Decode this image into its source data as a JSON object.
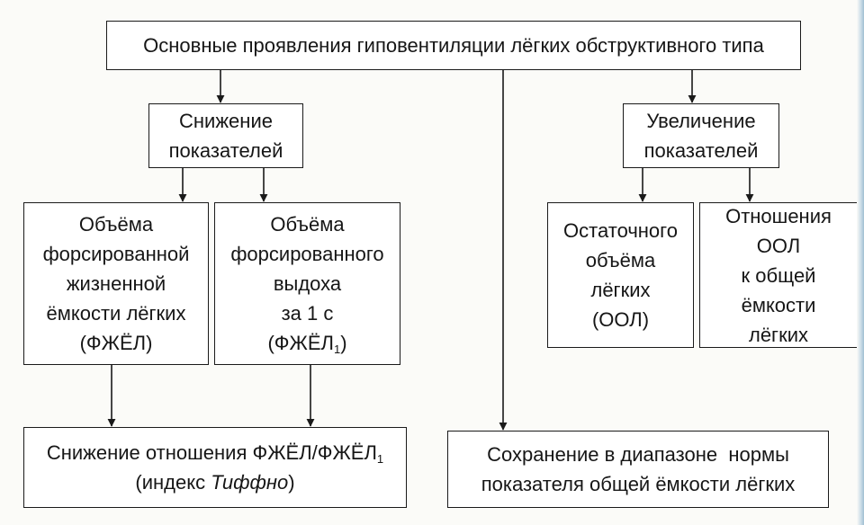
{
  "boxes": {
    "main": "Основные проявления гиповентиляции лёгких обструктивного типа",
    "decrease": [
      "Снижение",
      "показателей"
    ],
    "increase": [
      "Увеличение",
      "показателей"
    ],
    "fvc": [
      "Объёма",
      "форсированной",
      "жизненной",
      "ёмкости лёгких",
      "(ФЖЁЛ)"
    ],
    "fev1": {
      "lines": [
        "Объёма",
        "форсированного",
        "выдоха",
        "за 1 с"
      ],
      "last_main": "(ФЖЁЛ",
      "last_sub": "1",
      "last_close": ")"
    },
    "rv": [
      "Остаточного",
      "объёма",
      "лёгких",
      "(ООЛ)"
    ],
    "rv_tlc": [
      "Отношения",
      "ООЛ",
      "к общей ёмкости",
      "лёгких"
    ],
    "tiffeneau": {
      "line1_main": "Снижение отношения ФЖЁЛ/ФЖЁЛ",
      "line1_sub": "1",
      "line2_pre": "(индекс ",
      "line2_italic": "Тиффно",
      "line2_post": ")"
    },
    "tlc_normal": [
      "Сохранение в диапазоне  нормы",
      "показателя общей ёмкости лёгких"
    ]
  },
  "colors": {
    "line": "#1a1a1a",
    "box_fill": "#ffffff",
    "background": "#fbfbf8"
  }
}
